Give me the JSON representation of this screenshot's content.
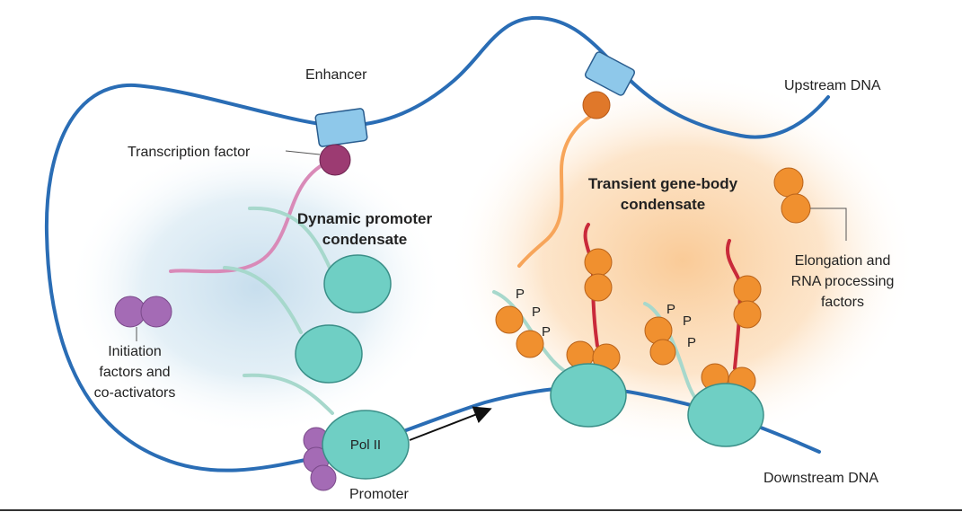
{
  "labels": {
    "enhancer": "Enhancer",
    "upstream_dna": "Upstream DNA",
    "transcription_factor": "Transcription factor",
    "dynamic_promoter_condensate": [
      "Dynamic promoter",
      "condensate"
    ],
    "transient_gene_body_condensate": [
      "Transient gene-body",
      "condensate"
    ],
    "elongation_factors": [
      "Elongation and",
      "RNA processing",
      "factors"
    ],
    "initiation_factors": [
      "Initiation",
      "factors and",
      "co-activators"
    ],
    "pol_ii": "Pol II",
    "promoter": "Promoter",
    "downstream_dna": "Downstream DNA",
    "phospho": "P"
  },
  "colors": {
    "dna": "#2a6db5",
    "enhancer_box": "#8ec8ea",
    "transcription_factor": "#9c3b72",
    "initiation_factor": "#a46bb5",
    "pol_ii": "#6fcfc4",
    "elongation_factor": "#f0902f",
    "rna": "#c92a3a",
    "ctd_tail": "#a7d8cc",
    "promoter_glow": "#cfe4ef",
    "gene_body_glow": "#fbd6ad"
  },
  "icons": {
    "arrow": "transcription-direction-arrow"
  }
}
